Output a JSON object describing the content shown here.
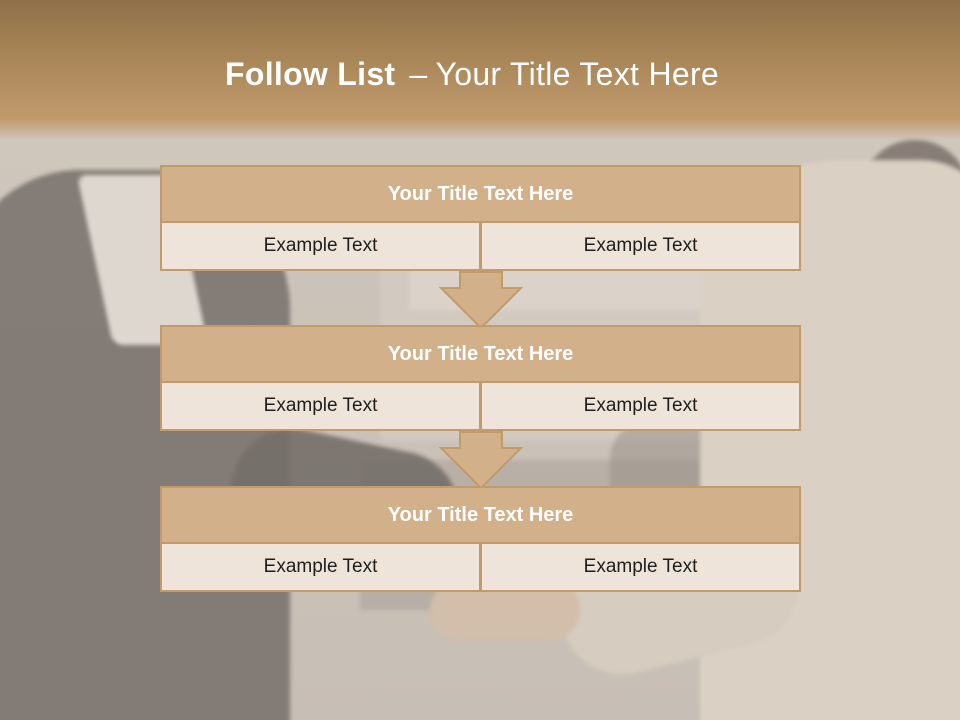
{
  "slide": {
    "title_bold": "Follow List",
    "title_dash": "–",
    "title_rest": "Your Title Text Here"
  },
  "steps": [
    {
      "title": "Your Title Text Here",
      "left": "Example Text",
      "right": "Example Text"
    },
    {
      "title": "Your Title Text Here",
      "left": "Example Text",
      "right": "Example Text"
    },
    {
      "title": "Your Title Text Here",
      "left": "Example Text",
      "right": "Example Text"
    }
  ],
  "colors": {
    "accent": "#d1b08a",
    "border": "#c39a6a",
    "cell_fill": "#efe4d9",
    "title_band": "#a88557"
  },
  "icons": [
    "down-arrow-icon"
  ]
}
